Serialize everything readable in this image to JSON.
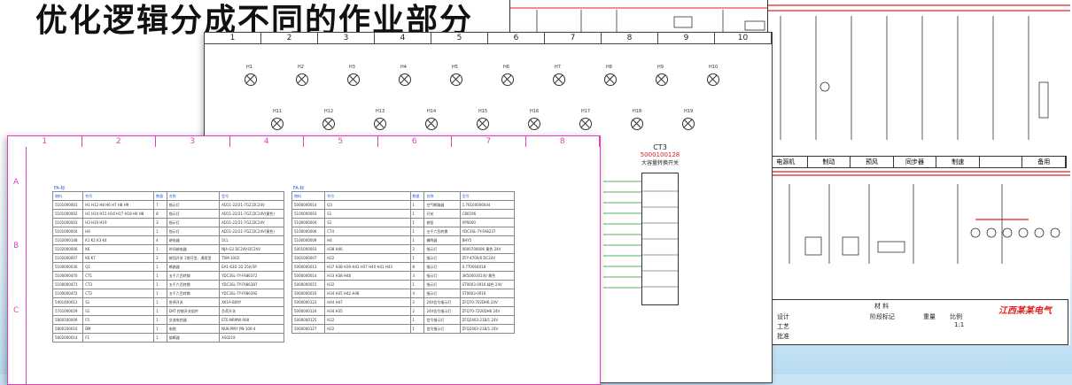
{
  "slide": {
    "title": "优化逻辑分成不同的作业部分"
  },
  "mid_sheet": {
    "columns": [
      "1",
      "2",
      "3",
      "4",
      "5",
      "6",
      "7",
      "8",
      "9",
      "10"
    ],
    "lamp_labels_row1": [
      "H1",
      "H2",
      "H3",
      "H4",
      "H5",
      "H6",
      "H7",
      "H8",
      "H9",
      "H10"
    ],
    "lamp_labels_row2": [
      "H11",
      "H12",
      "H13",
      "H14",
      "H15",
      "H16",
      "H17",
      "H18",
      "H19"
    ]
  },
  "front_sheet": {
    "columns": [
      "1",
      "2",
      "3",
      "4",
      "5",
      "6",
      "7",
      "8"
    ],
    "rows": [
      "A",
      "B",
      "C"
    ],
    "left_table_caption": "FA-标",
    "right_table_caption": "FA-标",
    "left_table": {
      "headers": [
        "物料",
        "符号",
        "数量",
        "名称",
        "型号"
      ],
      "rows": [
        [
          "5101000001",
          "H1 H12 H8 H6 H7 H8 H9",
          "7",
          "指示灯",
          "AD11-22/21-7GZ,DC24V"
        ],
        [
          "5101000002",
          "H1 H14 H15 H16 H17 H18 H0 H8",
          "8",
          "指示灯",
          "AD11-22/21-7GZ,DC24V(黄色)"
        ],
        [
          "5101000003",
          "H3 H10 H19",
          "3",
          "指示灯",
          "AD11-22/21-7GZ,DC24V"
        ],
        [
          "5101000004",
          "H4",
          "1",
          "指示灯",
          "AD11-22/21-7GZ,DC24V(黄色)"
        ],
        [
          "5102000148",
          "K1 K2 K3 K4",
          "4",
          "继电器",
          "5CL"
        ],
        [
          "5102000006",
          "K6",
          "1",
          "时间继电器",
          "NJ4-G2 DC24V-DC24V"
        ],
        [
          "5102000007",
          "K6 K7",
          "2",
          "按钮开关 1常开型、通用型",
          "TSM-1002"
        ],
        [
          "5100000030",
          "Q1",
          "1",
          "断路器",
          "EA1-63D 1D 25A/3P"
        ],
        [
          "5100000470",
          "CT1",
          "1",
          "五千六百转换",
          "YDC3SL-7Y-FA86372"
        ],
        [
          "5100000471",
          "CT3",
          "1",
          "五千六百转换",
          "YDC3SL-7Y-FA86387"
        ],
        [
          "5100000472",
          "CT2",
          "1",
          "五千六百转换",
          "YDC3SL-7Y-FA86392"
        ],
        [
          "5401400012",
          "S1",
          "1",
          "急停开关",
          "XK1A-B09Y"
        ],
        [
          "5701000029",
          "S1",
          "1",
          "DAT 控制开关组件",
          "负荷开关"
        ],
        [
          "5800100009",
          "F5",
          "1",
          "交流电控器",
          "ETE-NRMW-008"
        ],
        [
          "5800100010",
          "BM",
          "1",
          "电缆",
          "NUK-PINY PN-100-4"
        ],
        [
          "5802000014",
          "F1",
          "1",
          "熔断器",
          "XS0219"
        ]
      ]
    },
    "right_table": {
      "headers": [
        "物料",
        "符号",
        "数量",
        "名称",
        "型号"
      ],
      "rows": [
        [
          "5000000014",
          "Q3",
          "1",
          "空气断路器",
          "1.76100006044"
        ],
        [
          "5100000003",
          "S1",
          "1",
          "开关",
          "C80196"
        ],
        [
          "5100000004",
          "S1",
          "1",
          "按钮",
          "XPS000"
        ],
        [
          "5100000006",
          "CT4",
          "1",
          "五千六百转换",
          "YDC3SL-7Y-FA8237"
        ],
        [
          "5100000009",
          "H4",
          "1",
          "蜂鸣器",
          "BHY5"
        ],
        [
          "5001000003",
          "H38 H46",
          "2",
          "指示灯",
          "0000700006 黄色 24V"
        ],
        [
          "5001000007",
          "H22",
          "1",
          "指示灯",
          "ZFY-4700/6 DC24V"
        ],
        [
          "5000000013",
          "H37 H38 H39 H43 H37 H40 H41 H43",
          "8",
          "指示灯",
          "0.7T0004018"
        ],
        [
          "5000000014",
          "H33 H38 H48",
          "3",
          "指示灯",
          "3K50003014V 黄色"
        ],
        [
          "5000000015",
          "H32",
          "1",
          "指示灯",
          "ST0003-0016 绿色 24V"
        ],
        [
          "5000000016",
          "H34 H35 H42 H48",
          "4",
          "指示灯",
          "ST0003-0016"
        ],
        [
          "5000000123",
          "H44 H47",
          "2",
          "24V信号指示灯",
          "ZFQ70-702DH6 24V"
        ],
        [
          "5000000124",
          "H34 H35",
          "2",
          "24V信号指示灯",
          "ZFQ70-7200DH6 24V"
        ],
        [
          "5000000125",
          "H22",
          "1",
          "信号指示灯",
          "ZFQ2403-21B/1 24V"
        ],
        [
          "5000000127",
          "H22",
          "1",
          "信号指示灯",
          "ZFQ2403-21B/1 24V"
        ]
      ]
    }
  },
  "ct3": {
    "label": "CT3",
    "part_no": "5000100128",
    "desc": "大容量转换开关"
  },
  "right_sheet": {
    "header_cells": [
      "电源机",
      "制动",
      "预风",
      "同步器",
      "制速",
      "",
      "备用"
    ]
  },
  "title_block": {
    "material_label": "材 料",
    "brand": "江西某某电气",
    "cells": [
      "阶段标记",
      "重量",
      "比例",
      "1:1",
      "设计",
      "工艺",
      "批准"
    ]
  }
}
